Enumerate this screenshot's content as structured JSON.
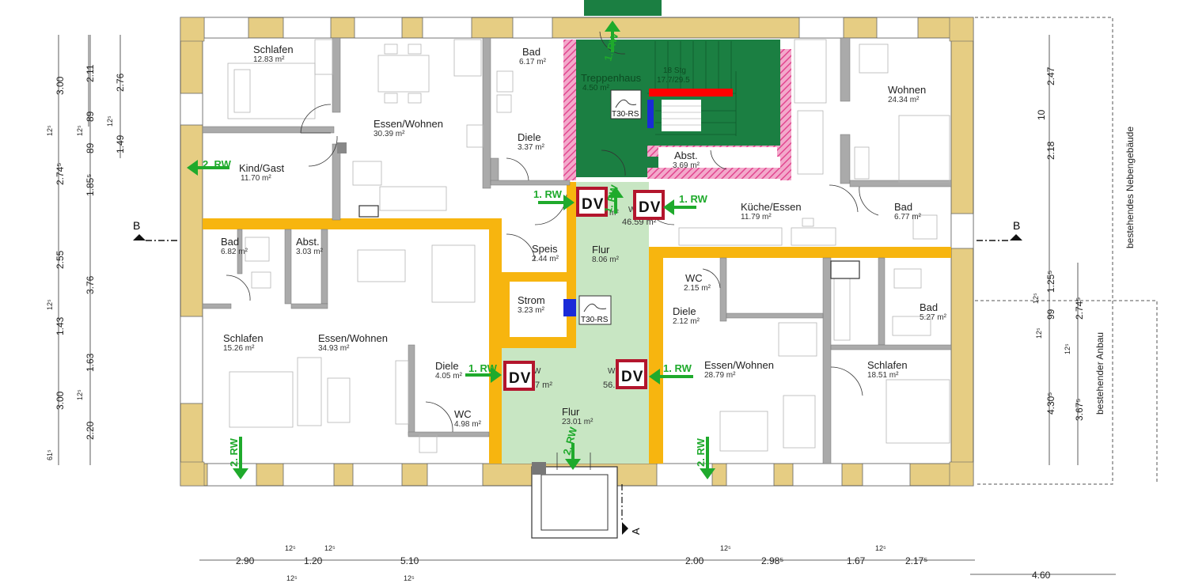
{
  "colors": {
    "outer_wall": "#e6cd83",
    "inner_wall": "#aaaaaa",
    "corridor_wall": "#f7b50f",
    "staircase": "#1b7f42",
    "hatched_wall": "#e2468f",
    "corridor_floor": "#c8e6c3",
    "escape_arrow": "#1faa2c",
    "dv_border": "#b3152d",
    "smoke_vent": "#ff0000",
    "blue_marker": "#1a2bd8"
  },
  "rooms": [
    {
      "name": "Schlafen",
      "area": "12.83 m²"
    },
    {
      "name": "Essen/Wohnen",
      "area": "30.39 m²"
    },
    {
      "name": "Bad",
      "area": "6.17 m²"
    },
    {
      "name": "Diele",
      "area": "3.37 m²"
    },
    {
      "name": "Treppenhaus",
      "area": "4.50 m²"
    },
    {
      "name": "Abst.",
      "area": "3.69 m²"
    },
    {
      "name": "Wohnen",
      "area": "24.34 m²"
    },
    {
      "name": "Kind/Gast",
      "area": "11.70 m²"
    },
    {
      "name": "Küche/Essen",
      "area": "11.79 m²"
    },
    {
      "name": "Bad",
      "area": "6.77 m²"
    },
    {
      "name": "Bad",
      "area": "6.82 m²"
    },
    {
      "name": "Abst.",
      "area": "3.03 m²"
    },
    {
      "name": "Speis",
      "area": "2.44 m²"
    },
    {
      "name": "Flur",
      "area": "8.06 m²"
    },
    {
      "name": "WC",
      "area": "2.15 m²"
    },
    {
      "name": "Strom",
      "area": "3.23 m²"
    },
    {
      "name": "Diele",
      "area": "2.12 m²"
    },
    {
      "name": "Bad",
      "area": "5.27 m²"
    },
    {
      "name": "Schlafen",
      "area": "15.26 m²"
    },
    {
      "name": "Essen/Wohnen",
      "area": "34.93 m²"
    },
    {
      "name": "Diele",
      "area": "4.05 m²"
    },
    {
      "name": "Essen/Wohnen",
      "area": "28.79 m²"
    },
    {
      "name": "Schlafen",
      "area": "18.51 m²"
    },
    {
      "name": "WC",
      "area": "4.98 m²"
    },
    {
      "name": "Flur",
      "area": "23.01 m²"
    }
  ],
  "partial_areas": [
    "m²",
    "46.59 m²",
    "7 m²",
    "56."
  ],
  "stair_labels": [
    "18 Stg",
    "17.7/29.5"
  ],
  "escape_routes": [
    "1. RW",
    "1. RW",
    "1. RW",
    "1. RW",
    "1. RW",
    "1. RW",
    "2. RW",
    "2. RW",
    "2. RW",
    "2. RW"
  ],
  "door_signs": [
    "DV",
    "DV",
    "DV",
    "DV"
  ],
  "fire_doors": [
    "T30-RS",
    "T30-RS"
  ],
  "wall_markers": [
    "W",
    "W",
    "W"
  ],
  "section_marks": [
    "B",
    "B",
    "A"
  ],
  "side_labels": [
    "bestehendes Nebengebäude",
    "bestehender Anbau"
  ],
  "dim_bottom": [
    "2.90",
    "12⁵",
    "1.20",
    "12⁵",
    "5.10",
    "2.00",
    "12⁵",
    "2.98⁵",
    "12⁵",
    "1.67",
    "2.17⁵",
    "4.60"
  ],
  "dim_bottom_row2": [
    "12⁵",
    "12⁵"
  ],
  "dim_left1": [
    "3.00",
    "12⁵",
    "2.74⁵",
    "2.55",
    "12⁵",
    "1.43",
    "3.00",
    "61⁵"
  ],
  "dim_left2": [
    "12⁵",
    "89",
    "89",
    "1.85⁵",
    "3.76",
    "1.63",
    "12⁵",
    "2.20"
  ],
  "dim_left3": [
    "2.11",
    "12⁵",
    "1.49"
  ],
  "dim_left4": [
    "2.76"
  ],
  "dim_right1": [
    "2.47",
    "10",
    "2.18",
    "1.25⁵",
    "99",
    "12⁵",
    "4.30⁵"
  ],
  "dim_right2": [
    "12⁵",
    "2.74⁵",
    "12⁵",
    "3.67⁵"
  ]
}
